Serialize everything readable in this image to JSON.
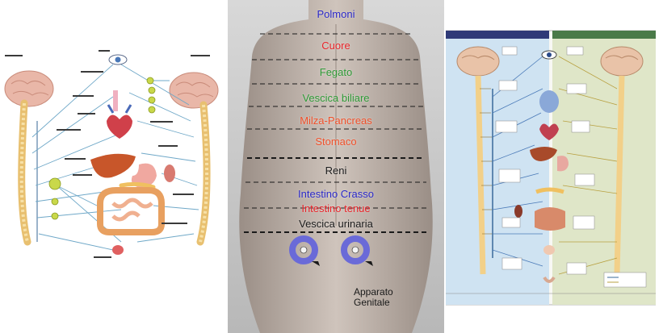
{
  "center_zones": [
    {
      "label": "Polmoni",
      "color": "#2a28c8"
    },
    {
      "label": "Cuore",
      "color": "#e8242a"
    },
    {
      "label": "Fegato",
      "color": "#2e9a36"
    },
    {
      "label": "Vescica biliare",
      "color": "#2e9a36"
    },
    {
      "label": "Milza-Pancreas",
      "color": "#f0502a"
    },
    {
      "label": "Stomaco",
      "color": "#f0502a"
    },
    {
      "label": "Reni",
      "color": "#1a1a1a"
    },
    {
      "label": "Intestino Crasso",
      "color": "#2a28c8"
    },
    {
      "label": "Intestino tenue",
      "color": "#e8242a"
    },
    {
      "label": "Vescica urinaria",
      "color": "#1a1a1a"
    }
  ],
  "genital_label": {
    "line1": "Apparato",
    "line2": "Genitale"
  },
  "colors": {
    "background": "#ffffff",
    "sympathetic_header": "#2f3a78",
    "parasympathetic_header": "#4a7a48",
    "sympathetic_bg": "#cfe3f2",
    "parasympathetic_bg": "#dfe6c8",
    "brain": "#e9b7a8",
    "spine": "#f2d089",
    "dashed_line": "#1a1a1a",
    "genital_ring": "#6a6ad8"
  }
}
